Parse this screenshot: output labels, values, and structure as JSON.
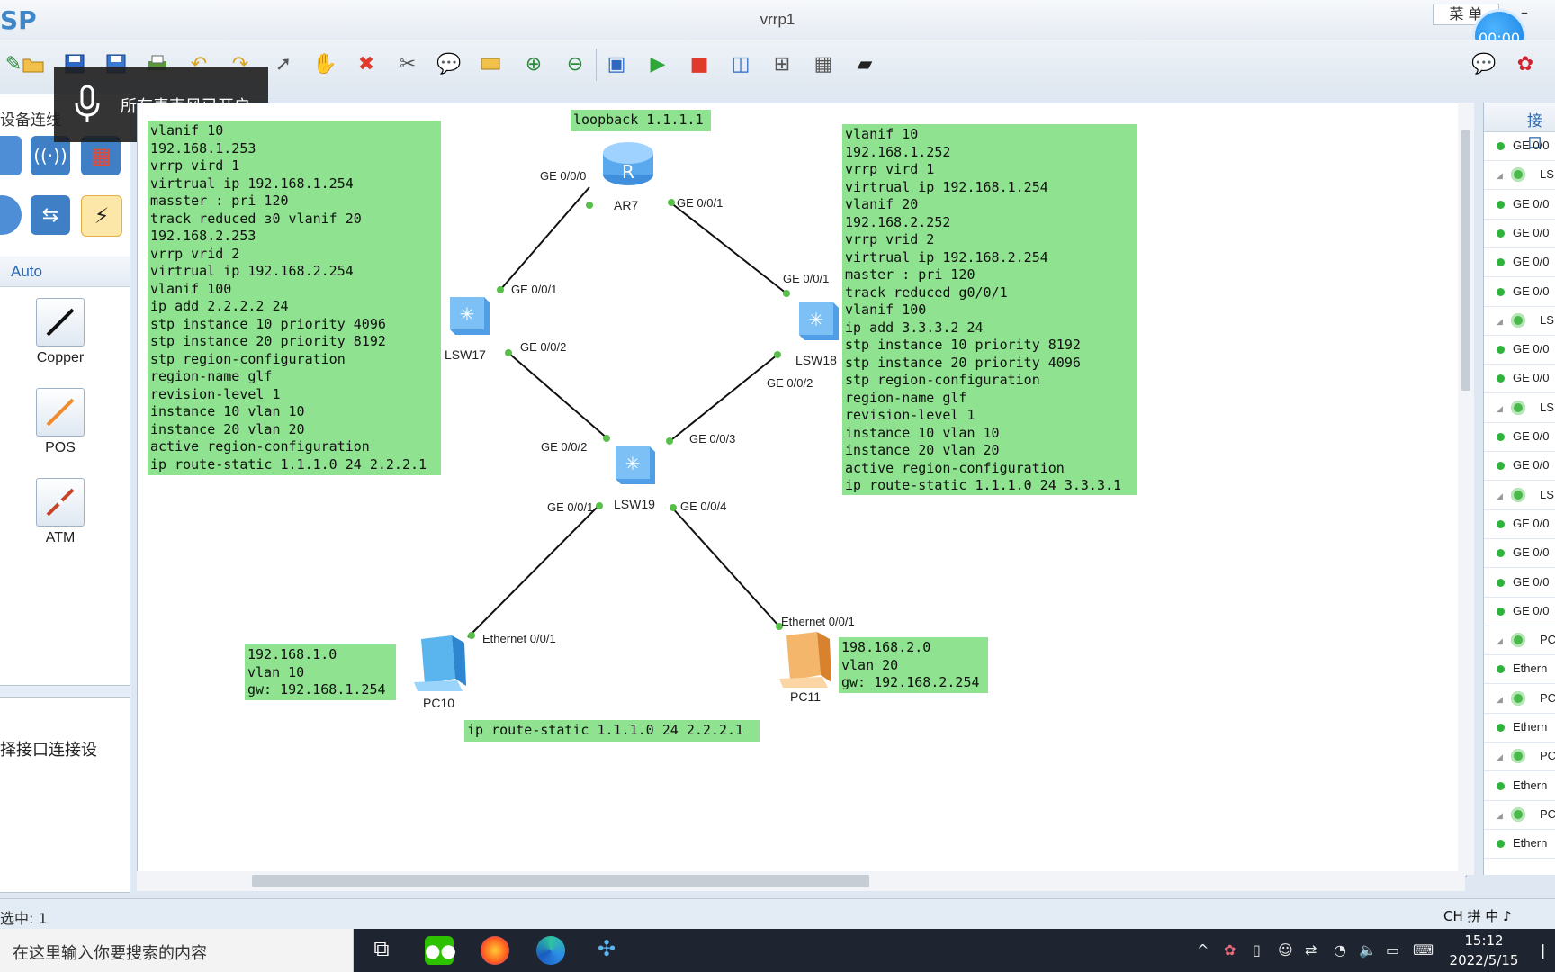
{
  "app": {
    "logo": "SP",
    "window_title": "vrrp1",
    "menu_button": "菜 单",
    "timer": "00:00"
  },
  "mic_popup": {
    "text": "所有麦克风已开启"
  },
  "left_panel": {
    "header": "设备连线",
    "auto_label": "Auto",
    "cables": [
      "Copper",
      "POS",
      "ATM"
    ],
    "bottom_text": "择接口连接设"
  },
  "topology": {
    "nodes": {
      "ar7": "AR7",
      "lsw17": "LSW17",
      "lsw18": "LSW18",
      "lsw19": "LSW19",
      "pc10": "PC10",
      "pc11": "PC11"
    },
    "ports": {
      "ar7_left": "GE 0/0/0",
      "ar7_right": "GE 0/0/1",
      "lsw17_up": "GE 0/0/1",
      "lsw17_down": "GE 0/0/2",
      "lsw18_up": "GE 0/0/1",
      "lsw18_down": "GE 0/0/2",
      "lsw19_left_up": "GE 0/0/2",
      "lsw19_right_up": "GE 0/0/3",
      "lsw19_left_down": "GE 0/0/1",
      "lsw19_right_down": "GE 0/0/4",
      "pc10_port": "Ethernet 0/0/1",
      "pc11_port": "Ethernet 0/0/1"
    },
    "notes": {
      "loopback": "loopback 1.1.1.1",
      "lsw17_config": [
        "vlanif 10",
        "192.168.1.253",
        "vrrp vird 1",
        "virtrual ip 192.168.1.254",
        "masster : pri 120",
        "track reduced з0 vlanif 20",
        "192.168.2.253",
        "vrrp vrid 2",
        "virtrual ip 192.168.2.254",
        "vlanif 100",
        "ip add 2.2.2.2 24",
        "stp instance 10 priority 4096",
        "stp instance 20 priority 8192",
        "stp region-configuration",
        "region-name glf",
        "revision-level 1",
        "instance 10 vlan 10",
        "instance 20 vlan 20",
        "active region-configuration",
        "ip route-static 1.1.1.0 24 2.2.2.1"
      ],
      "lsw18_config": [
        "vlanif 10",
        "192.168.1.252",
        "vrrp vird 1",
        "virtrual ip 192.168.1.254",
        "vlanif 20",
        "192.168.2.252",
        "vrrp vrid 2",
        "virtrual ip 192.168.2.254",
        "master : pri 120",
        "track reduced g0/0/1",
        "vlanif 100",
        "ip add 3.3.3.2 24",
        "stp instance 10 priority 8192",
        "stp instance 20 priority 4096",
        "stp region-configuration",
        "region-name glf",
        "revision-level 1",
        "instance 10 vlan 10",
        "instance 20 vlan 20",
        "active region-configuration",
        "ip route-static 1.1.1.0 24 3.3.3.1"
      ],
      "pc10_info": [
        "192.168.1.0",
        "vlan 10",
        "gw: 192.168.1.254"
      ],
      "pc11_info": [
        "198.168.2.0",
        "vlan 20",
        "gw: 192.168.2.254"
      ],
      "route_note": "ip route-static 1.1.1.0 24 2.2.2.1"
    }
  },
  "right_panel": {
    "header": "接口",
    "rows": [
      {
        "type": "dot",
        "text": "GE 0/0"
      },
      {
        "type": "ring",
        "text": "LS"
      },
      {
        "type": "dot",
        "text": "GE 0/0"
      },
      {
        "type": "dot",
        "text": "GE 0/0"
      },
      {
        "type": "dot",
        "text": "GE 0/0"
      },
      {
        "type": "dot",
        "text": "GE 0/0"
      },
      {
        "type": "ring",
        "text": "LS"
      },
      {
        "type": "dot",
        "text": "GE 0/0"
      },
      {
        "type": "dot",
        "text": "GE 0/0"
      },
      {
        "type": "ring",
        "text": "LS"
      },
      {
        "type": "dot",
        "text": "GE 0/0"
      },
      {
        "type": "dot",
        "text": "GE 0/0"
      },
      {
        "type": "ring",
        "text": "LS"
      },
      {
        "type": "dot",
        "text": "GE 0/0"
      },
      {
        "type": "dot",
        "text": "GE 0/0"
      },
      {
        "type": "dot",
        "text": "GE 0/0"
      },
      {
        "type": "dot",
        "text": "GE 0/0"
      },
      {
        "type": "ring",
        "text": "PC"
      },
      {
        "type": "dot",
        "text": "Ethern"
      },
      {
        "type": "ring",
        "text": "PC"
      },
      {
        "type": "dot",
        "text": "Ethern"
      },
      {
        "type": "ring",
        "text": "PC"
      },
      {
        "type": "dot",
        "text": "Ethern"
      },
      {
        "type": "ring",
        "text": "PC"
      },
      {
        "type": "dot",
        "text": "Ethern"
      }
    ]
  },
  "status": {
    "selected": "选中: 1"
  },
  "ime": {
    "lang": "CH",
    "grid": "拼",
    "zh": "中",
    "moon": "♪"
  },
  "taskbar": {
    "search_placeholder": "在这里输入你要搜索的内容",
    "time": "15:12",
    "date": "2022/5/15"
  }
}
